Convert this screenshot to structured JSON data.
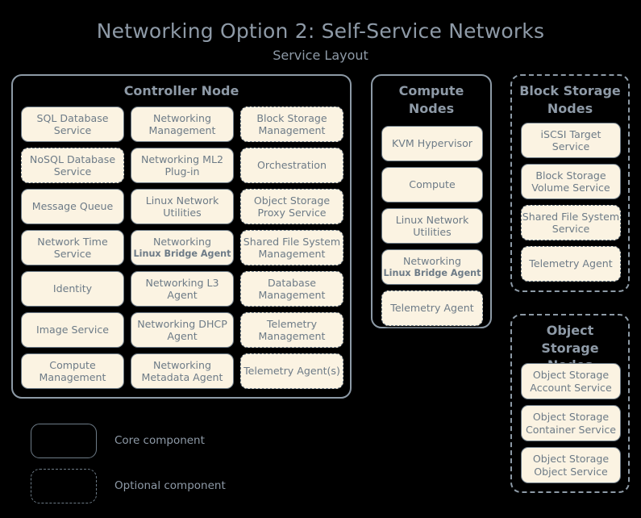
{
  "title": "Networking Option 2: Self-Service Networks",
  "subtitle": "Service Layout",
  "colors": {
    "background": "#000000",
    "box_fill": "#fbf3e2",
    "box_border": "#6d7b87",
    "group_border": "#8d9aa6",
    "title_text": "#8e9aa7",
    "box_text": "#6d7b87"
  },
  "legend": {
    "core": {
      "label": "Core component",
      "style": "solid"
    },
    "optional": {
      "label": "Optional component",
      "style": "dashed"
    }
  },
  "groups": {
    "controller": {
      "title": "Controller Node",
      "style": "solid",
      "columns": [
        {
          "items": [
            {
              "label": "SQL Database Service",
              "style": "solid"
            },
            {
              "label": "NoSQL Database Service",
              "style": "dashed"
            },
            {
              "label": "Message Queue",
              "style": "solid"
            },
            {
              "label": "Network Time Service",
              "style": "solid"
            },
            {
              "label": "Identity",
              "style": "solid"
            },
            {
              "label": "Image Service",
              "style": "solid"
            },
            {
              "label": "Compute Management",
              "style": "solid"
            }
          ]
        },
        {
          "items": [
            {
              "label": "Networking Management",
              "style": "solid"
            },
            {
              "label": "Networking ML2 Plug-in",
              "style": "solid"
            },
            {
              "label": "Linux Network Utilities",
              "style": "solid"
            },
            {
              "label": "Networking",
              "sub": "Linux Bridge Agent",
              "style": "solid"
            },
            {
              "label": "Networking L3 Agent",
              "style": "solid"
            },
            {
              "label": "Networking DHCP Agent",
              "style": "solid"
            },
            {
              "label": "Networking Metadata Agent",
              "style": "solid"
            }
          ]
        },
        {
          "items": [
            {
              "label": "Block Storage Management",
              "style": "dashed"
            },
            {
              "label": "Orchestration",
              "style": "dashed"
            },
            {
              "label": "Object Storage Proxy Service",
              "style": "dashed"
            },
            {
              "label": "Shared File System Management",
              "style": "dashed"
            },
            {
              "label": "Database Management",
              "style": "dashed"
            },
            {
              "label": "Telemetry Management",
              "style": "dashed"
            },
            {
              "label": "Telemetry Agent(s)",
              "style": "dashed"
            }
          ]
        }
      ]
    },
    "compute": {
      "title": "Compute Nodes",
      "style": "solid",
      "items": [
        {
          "label": "KVM Hypervisor",
          "style": "solid"
        },
        {
          "label": "Compute",
          "style": "solid"
        },
        {
          "label": "Linux Network Utilities",
          "style": "solid"
        },
        {
          "label": "Networking",
          "sub": "Linux Bridge Agent",
          "style": "solid"
        },
        {
          "label": "Telemetry Agent",
          "style": "dashed"
        }
      ]
    },
    "block_storage": {
      "title": "Block Storage Nodes",
      "style": "dashed",
      "items": [
        {
          "label": "iSCSI Target Service",
          "style": "solid"
        },
        {
          "label": "Block Storage Volume Service",
          "style": "solid"
        },
        {
          "label": "Shared File System Service",
          "style": "dashed"
        },
        {
          "label": "Telemetry Agent",
          "style": "dashed"
        }
      ]
    },
    "object_storage": {
      "title": "Object Storage Nodes",
      "style": "dashed",
      "items": [
        {
          "label": "Object Storage Account Service",
          "style": "solid"
        },
        {
          "label": "Object Storage Container Service",
          "style": "solid"
        },
        {
          "label": "Object Storage Object Service",
          "style": "solid"
        }
      ]
    }
  }
}
